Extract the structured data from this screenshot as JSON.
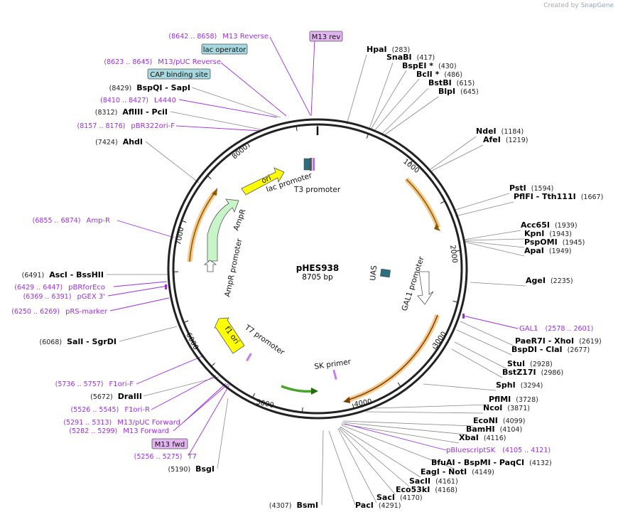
{
  "credit": {
    "created_by": "Created by",
    "brand": "SnapGene"
  },
  "plasmid": {
    "name": "pHES938",
    "size": "8705 bp"
  },
  "ticks": [
    "1000",
    "2000",
    "3000",
    "4000",
    "5000",
    "6000",
    "7000",
    "8000"
  ],
  "inner_features": {
    "ori": "ori",
    "lac_promoter": "lac promoter",
    "t3_promoter": "T3 promoter",
    "ampr": "AmpR",
    "ampr_promoter": "AmpR promoter",
    "f1_ori": "f1 ori",
    "t7_promoter": "T7 promoter",
    "sk_primer": "SK primer",
    "uas": "UAS",
    "gal1_promoter": "GAL1 promoter"
  },
  "boxes": {
    "m13_rev": "M13 rev",
    "lac_operator": "lac operator",
    "cap_site": "CAP binding site",
    "m13_fwd": "M13 fwd"
  },
  "right_labels": [
    {
      "name": "HpaI",
      "pos": "(283)"
    },
    {
      "name": "SnaBI",
      "pos": "(417)"
    },
    {
      "name": "BspEI *",
      "pos": "(430)"
    },
    {
      "name": "BclI *",
      "pos": "(486)"
    },
    {
      "name": "BstBI",
      "pos": "(615)"
    },
    {
      "name": "BlpI",
      "pos": "(645)"
    },
    {
      "name": "NdeI",
      "pos": "(1184)"
    },
    {
      "name": "AfeI",
      "pos": "(1219)"
    },
    {
      "name": "PstI",
      "pos": "(1594)"
    },
    {
      "name": "PflFI - Tth111I",
      "pos": "(1667)"
    },
    {
      "name": "Acc65I",
      "pos": "(1939)"
    },
    {
      "name": "KpnI",
      "pos": "(1943)"
    },
    {
      "name": "PspOMI",
      "pos": "(1945)"
    },
    {
      "name": "ApaI",
      "pos": "(1949)"
    },
    {
      "name": "AgeI",
      "pos": "(2235)"
    },
    {
      "name": "PaeR7I - XhoI",
      "pos": "(2619)"
    },
    {
      "name": "BspDI - ClaI",
      "pos": "(2677)"
    },
    {
      "name": "StuI",
      "pos": "(2928)"
    },
    {
      "name": "BstZ17I",
      "pos": "(2986)"
    },
    {
      "name": "SphI",
      "pos": "(3294)"
    },
    {
      "name": "PflMI",
      "pos": "(3728)"
    },
    {
      "name": "NcoI",
      "pos": "(3871)"
    },
    {
      "name": "EcoNI",
      "pos": "(4099)"
    },
    {
      "name": "BamHI",
      "pos": "(4104)"
    },
    {
      "name": "XbaI",
      "pos": "(4116)"
    },
    {
      "name": "BfuAI - BspMI - PaqCI",
      "pos": "(4132)"
    },
    {
      "name": "EagI - NotI",
      "pos": "(4149)"
    },
    {
      "name": "SacII",
      "pos": "(4161)"
    },
    {
      "name": "Eco53kI",
      "pos": "(4168)"
    },
    {
      "name": "SacI",
      "pos": "(4170)"
    },
    {
      "name": "PacI",
      "pos": "(4291)"
    }
  ],
  "right_features": [
    {
      "name": "GAL1",
      "pos": "(2578 .. 2601)"
    },
    {
      "name": "pBluescriptSK",
      "pos": "(4105 .. 4121)"
    }
  ],
  "left_labels": [
    {
      "name": "BspQI - SapI",
      "pos": "(8429)"
    },
    {
      "name": "AflIII - PciI",
      "pos": "(8312)"
    },
    {
      "name": "AhdI",
      "pos": "(7424)"
    },
    {
      "name": "AscI - BssHII",
      "pos": "(6491)"
    },
    {
      "name": "SalI - SgrDI",
      "pos": "(6068)"
    },
    {
      "name": "DraIII",
      "pos": "(5672)"
    },
    {
      "name": "BsgI",
      "pos": "(5190)"
    },
    {
      "name": "BsmI",
      "pos": "(4307)"
    }
  ],
  "left_features": [
    {
      "name": "M13 Reverse",
      "pos": "(8642 .. 8658)"
    },
    {
      "name": "M13/pUC Reverse",
      "pos": "(8623 .. 8645)"
    },
    {
      "name": "L4440",
      "pos": "(8410 .. 8427)"
    },
    {
      "name": "pBR322ori-F",
      "pos": "(8157 .. 8176)"
    },
    {
      "name": "Amp-R",
      "pos": "(6855 .. 6874)"
    },
    {
      "name": "pBRforEco",
      "pos": "(6429 .. 6447)"
    },
    {
      "name": "pGEX 3'",
      "pos": "(6369 .. 6391)"
    },
    {
      "name": "pRS-marker",
      "pos": "(6250 .. 6269)"
    },
    {
      "name": "F1ori-F",
      "pos": "(5736 .. 5757)"
    },
    {
      "name": "F1ori-R",
      "pos": "(5526 .. 5545)"
    },
    {
      "name": "M13/pUC Forward",
      "pos": "(5291 .. 5313)"
    },
    {
      "name": "M13 Forward",
      "pos": "(5282 .. 5299)"
    },
    {
      "name": "T7",
      "pos": "(5256 .. 5275)"
    }
  ],
  "colors": {
    "feature": "#9b30d9",
    "ori": "#ffff00",
    "ampr": "#c8f5c8",
    "line": "#777777"
  }
}
